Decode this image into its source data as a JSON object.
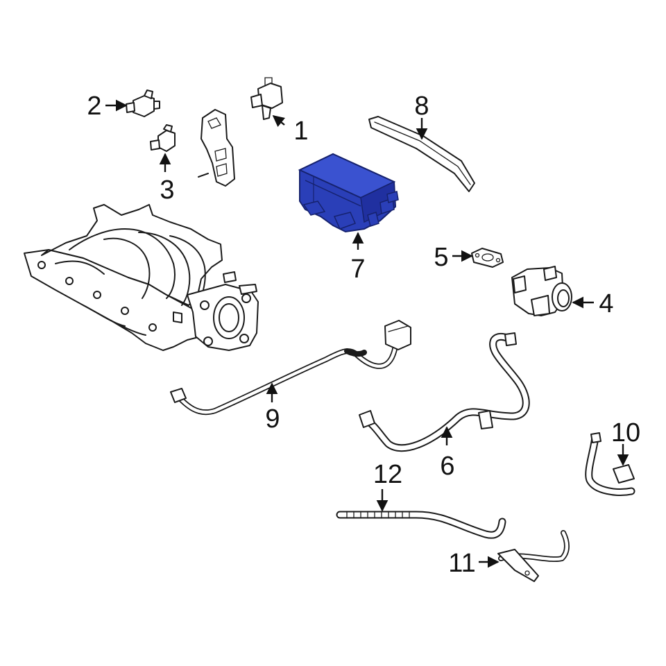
{
  "callouts": [
    {
      "id": "label-1",
      "text": "1"
    },
    {
      "id": "label-2",
      "text": "2"
    },
    {
      "id": "label-3",
      "text": "3"
    },
    {
      "id": "label-4",
      "text": "4"
    },
    {
      "id": "label-5",
      "text": "5"
    },
    {
      "id": "label-6",
      "text": "6"
    },
    {
      "id": "label-7",
      "text": "7"
    },
    {
      "id": "label-8",
      "text": "8"
    },
    {
      "id": "label-9",
      "text": "9"
    },
    {
      "id": "label-10",
      "text": "10"
    },
    {
      "id": "label-11",
      "text": "11"
    },
    {
      "id": "label-12",
      "text": "12"
    }
  ],
  "colors": {
    "highlight": "#2a3fb8",
    "highlight_dark": "#16226e",
    "ink": "#1a1a1a",
    "background": "#ffffff"
  }
}
